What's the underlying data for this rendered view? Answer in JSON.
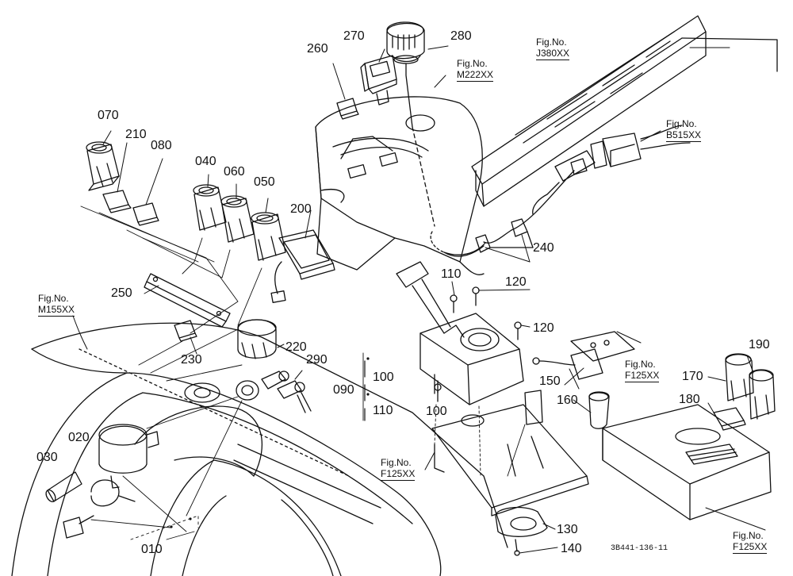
{
  "parts": {
    "p010": "010",
    "p020": "020",
    "p030": "030",
    "p040": "040",
    "p050": "050",
    "p060": "060",
    "p070": "070",
    "p080": "080",
    "p090": "090",
    "p100a": "100",
    "p100b": "100",
    "p110a": "110",
    "p110b": "110",
    "p120a": "120",
    "p120b": "120",
    "p130": "130",
    "p140": "140",
    "p150": "150",
    "p160": "160",
    "p170": "170",
    "p180": "180",
    "p190": "190",
    "p200": "200",
    "p210": "210",
    "p220": "220",
    "p230": "230",
    "p240": "240",
    "p250": "250",
    "p260": "260",
    "p270": "270",
    "p280": "280",
    "p290": "290"
  },
  "figrefs": {
    "fig_label": "Fig.No.",
    "m222": "M222XX",
    "j380": "J380XX",
    "b515": "B515XX",
    "m155": "M155XX",
    "f125a": "F125XX",
    "f125b": "F125XX",
    "f125c": "F125XX"
  },
  "drawing_code": "3B441-136-11"
}
